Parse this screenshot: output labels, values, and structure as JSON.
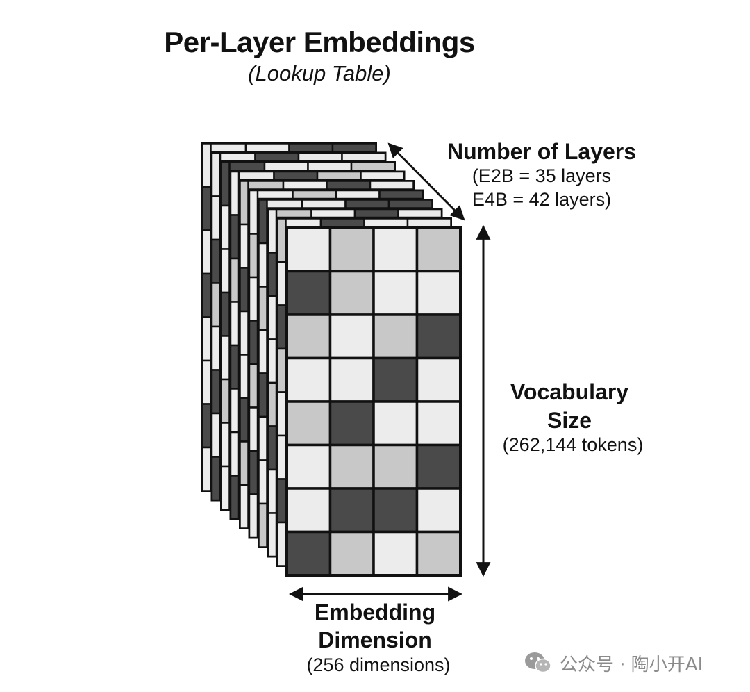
{
  "header": {
    "title": "Per-Layer Embeddings",
    "subtitle": "(Lookup Table)"
  },
  "layers_label": {
    "title": "Number of Layers",
    "line1": "(E2B = 35 layers",
    "line2": "E4B = 42 layers)"
  },
  "vocab_label": {
    "line1": "Vocabulary",
    "line2": "Size",
    "detail": "(262,144 tokens)"
  },
  "embedding_label": {
    "line1": "Embedding",
    "line2": "Dimension",
    "detail": "(256 dimensions)"
  },
  "watermark": {
    "text": "公众号 · 陶小开AI"
  },
  "colors": {
    "dark": "#4a4a4a",
    "mid": "#c8c8c8",
    "light": "#ececec",
    "stroke": "#111111"
  },
  "front_grid": {
    "rows": 8,
    "cols": 4,
    "shades": [
      [
        "light",
        "mid",
        "light",
        "mid"
      ],
      [
        "dark",
        "mid",
        "light",
        "light"
      ],
      [
        "mid",
        "light",
        "mid",
        "dark"
      ],
      [
        "light",
        "light",
        "dark",
        "light"
      ],
      [
        "mid",
        "dark",
        "light",
        "light"
      ],
      [
        "light",
        "mid",
        "mid",
        "dark"
      ],
      [
        "light",
        "dark",
        "dark",
        "light"
      ],
      [
        "dark",
        "mid",
        "light",
        "mid"
      ]
    ]
  },
  "back_layers": {
    "count": 9,
    "top_shades": [
      [
        "light",
        "light",
        "dark",
        "dark"
      ],
      [
        "light",
        "dark",
        "light",
        "light"
      ],
      [
        "dark",
        "light",
        "light",
        "mid"
      ],
      [
        "light",
        "dark",
        "mid",
        "light"
      ],
      [
        "mid",
        "light",
        "dark",
        "light"
      ],
      [
        "light",
        "mid",
        "light",
        "dark"
      ],
      [
        "light",
        "light",
        "dark",
        "dark"
      ],
      [
        "mid",
        "light",
        "dark",
        "light"
      ],
      [
        "light",
        "dark",
        "light",
        "light"
      ]
    ],
    "left_shades": [
      [
        "light",
        "dark",
        "light",
        "dark",
        "light",
        "light",
        "dark",
        "light"
      ],
      [
        "light",
        "light",
        "dark",
        "mid",
        "light",
        "dark",
        "light",
        "dark"
      ],
      [
        "dark",
        "light",
        "light",
        "dark",
        "light",
        "mid",
        "light",
        "light"
      ],
      [
        "light",
        "dark",
        "mid",
        "light",
        "dark",
        "light",
        "light",
        "dark"
      ],
      [
        "mid",
        "light",
        "dark",
        "light",
        "light",
        "dark",
        "mid",
        "light"
      ],
      [
        "light",
        "mid",
        "light",
        "dark",
        "mid",
        "light",
        "dark",
        "light"
      ],
      [
        "dark",
        "light",
        "mid",
        "light",
        "dark",
        "light",
        "light",
        "mid"
      ],
      [
        "light",
        "dark",
        "light",
        "light",
        "mid",
        "dark",
        "light",
        "light"
      ],
      [
        "mid",
        "light",
        "dark",
        "mid",
        "light",
        "light",
        "dark",
        "light"
      ]
    ]
  }
}
